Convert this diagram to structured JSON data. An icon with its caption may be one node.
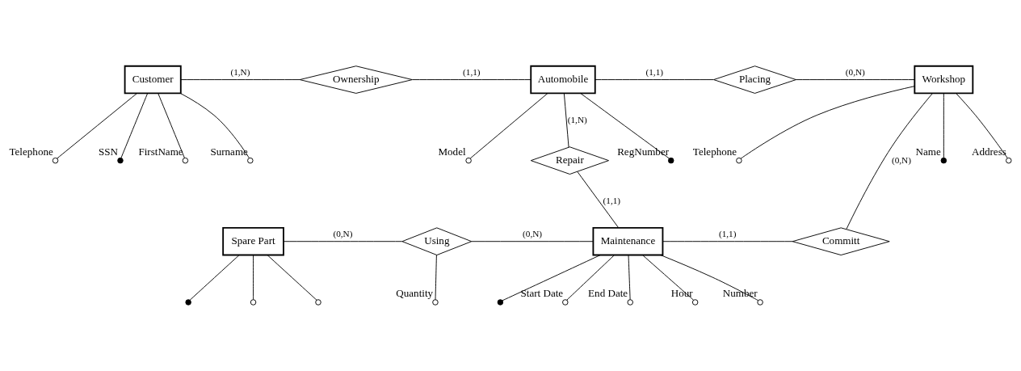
{
  "diagram": {
    "nodes": [
      {
        "text": [
          "Customer"
        ]
      },
      {
        "text": [
          "Ownership"
        ]
      },
      {
        "text": [
          "Automobile"
        ]
      },
      {
        "text": [
          "Placing"
        ]
      },
      {
        "text": [
          "Workshop"
        ]
      },
      {
        "text": [
          "Repair"
        ]
      },
      {
        "text": [
          "Spare Part"
        ]
      },
      {
        "text": [
          "Using"
        ]
      },
      {
        "text": [
          "Maintenance"
        ]
      },
      {
        "text": [
          "Committ"
        ]
      },
      {
        "text": [],
        "shape": "dot",
        "beside": [
          "SSN"
        ]
      },
      {
        "text": [],
        "shape": "circle",
        "beside": [
          "FirstName"
        ]
      },
      {
        "text": [],
        "shape": "circle",
        "beside": [
          "Surname"
        ]
      },
      {
        "text": [],
        "shape": "circle",
        "beside": [
          "Telephone"
        ]
      },
      {
        "text": [],
        "shape": "dot",
        "beside": [
          "RegNumber"
        ]
      },
      {
        "text": [],
        "shape": "circle",
        "beside": [
          "Model"
        ]
      },
      {
        "text": [],
        "shape": "dot",
        "beside": [
          "Name"
        ]
      },
      {
        "text": [],
        "shape": "circle",
        "beside": [
          "Address"
        ]
      },
      {
        "text": [],
        "shape": "circle",
        "beside": [
          "Telephone"
        ]
      },
      {
        "text": [],
        "shape": "circle",
        "beside": [
          "Quantity"
        ]
      },
      {
        "text": [],
        "shape": "circle",
        "beside": [
          "Start Date"
        ]
      },
      {
        "text": [],
        "shape": "circle",
        "beside": [
          "End Date"
        ]
      },
      {
        "text": [],
        "shape": "circle",
        "beside": [
          "Hour"
        ]
      },
      {
        "text": [],
        "shape": "circle",
        "beside": [
          "Number"
        ]
      },
      {
        "text": [],
        "shape": "dot"
      },
      {
        "text": [],
        "shape": "circle"
      },
      {
        "text": [],
        "shape": "circle"
      },
      {
        "text": [],
        "shape": "dot"
      }
    ],
    "edges": [
      {
        "from": 0,
        "to": 1,
        "arrow": "none",
        "label": "(1,N)"
      },
      {
        "from": 1,
        "to": 2,
        "arrow": "none",
        "label": "(1,1)"
      },
      {
        "from": 2,
        "to": 3,
        "arrow": "none",
        "label": "(1,1)"
      },
      {
        "from": 3,
        "to": 4,
        "arrow": "none",
        "label": "(0,N)"
      },
      {
        "from": 2,
        "to": 5,
        "arrow": "none",
        "label": "(1,N)"
      },
      {
        "from": 5,
        "to": 8,
        "arrow": "none",
        "label": "(1,1)"
      },
      {
        "from": 4,
        "to": 9,
        "arrow": "none",
        "label": "(0,N)"
      },
      {
        "from": 6,
        "to": 7,
        "arrow": "none",
        "label": "(0,N)"
      },
      {
        "from": 7,
        "to": 8,
        "arrow": "none",
        "label": "(0,N)"
      },
      {
        "from": 8,
        "to": 9,
        "arrow": "none",
        "label": "(1,1)"
      },
      {
        "from": 0,
        "to": 10,
        "arrow": "none"
      },
      {
        "from": 0,
        "to": 11,
        "arrow": "none"
      },
      {
        "from": 0,
        "to": 12,
        "arrow": "none"
      },
      {
        "from": 0,
        "to": 13,
        "arrow": "none"
      },
      {
        "from": 2,
        "to": 14,
        "arrow": "none"
      },
      {
        "from": 2,
        "to": 15,
        "arrow": "none"
      },
      {
        "from": 4,
        "to": 16,
        "arrow": "none"
      },
      {
        "from": 4,
        "to": 17,
        "arrow": "none"
      },
      {
        "from": 4,
        "to": 18,
        "arrow": "none"
      },
      {
        "from": 7,
        "to": 19,
        "arrow": "none"
      },
      {
        "from": 8,
        "to": 20,
        "arrow": "none"
      },
      {
        "from": 8,
        "to": 21,
        "arrow": "none"
      },
      {
        "from": 8,
        "to": 22,
        "arrow": "none"
      },
      {
        "from": 8,
        "to": 23,
        "arrow": "none"
      },
      {
        "from": 6,
        "to": 24,
        "arrow": "none"
      },
      {
        "from": 6,
        "to": 25,
        "arrow": "none"
      },
      {
        "from": 6,
        "to": 26,
        "arrow": "none"
      },
      {
        "from": 8,
        "to": 27,
        "arrow": "none"
      }
    ]
  }
}
